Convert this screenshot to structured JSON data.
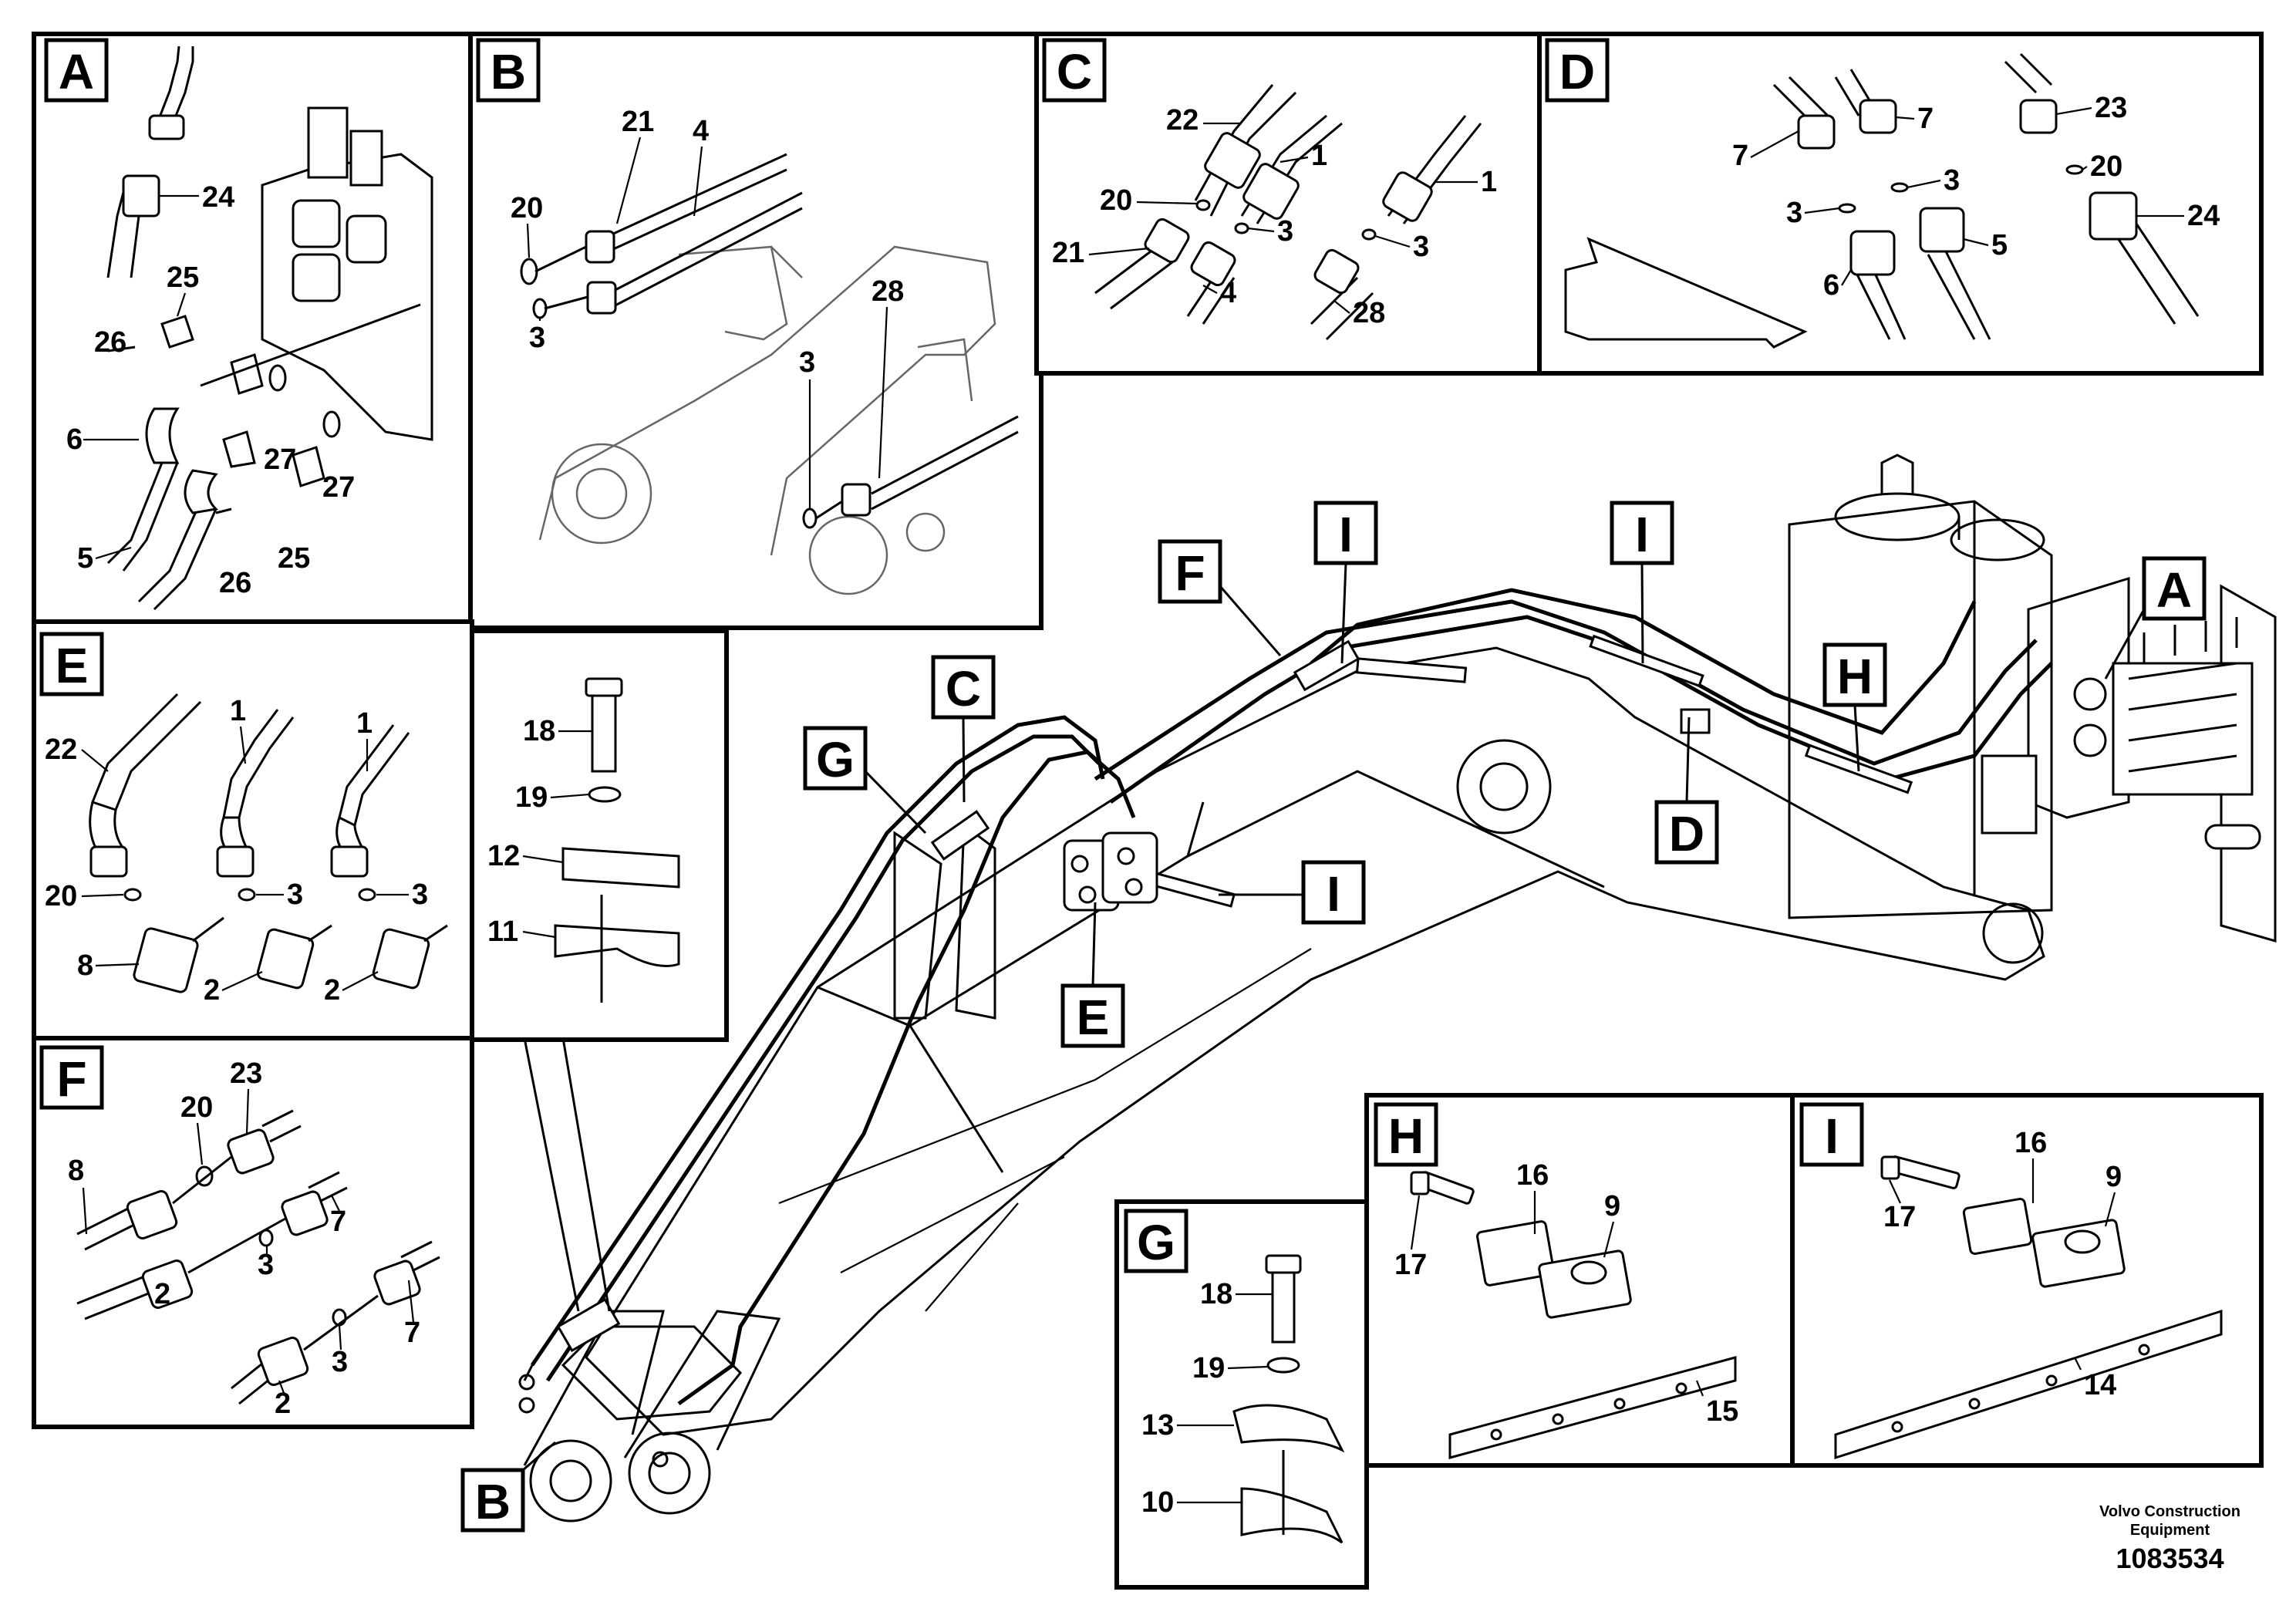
{
  "callouts": {
    "A": "A",
    "B": "B",
    "C": "C",
    "D": "D",
    "E": "E",
    "F": "F",
    "G": "G",
    "H": "H",
    "I": "I"
  },
  "parts": {
    "p1": "1",
    "p2": "2",
    "p3": "3",
    "p4": "4",
    "p5": "5",
    "p6": "6",
    "p7": "7",
    "p8": "8",
    "p9": "9",
    "p10": "10",
    "p11": "11",
    "p12": "12",
    "p13": "13",
    "p14": "14",
    "p15": "15",
    "p16": "16",
    "p17": "17",
    "p18": "18",
    "p19": "19",
    "p20": "20",
    "p21": "21",
    "p22": "22",
    "p23": "23",
    "p24": "24",
    "p25": "25",
    "p26": "26",
    "p27": "27",
    "p28": "28"
  },
  "footer": {
    "company_line1": "Volvo Construction",
    "company_line2": "Equipment",
    "drawing_number": "1083534"
  }
}
